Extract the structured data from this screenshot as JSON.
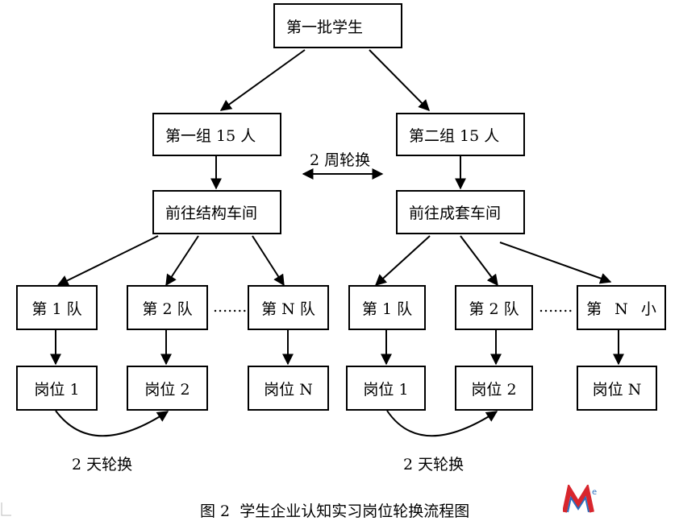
{
  "root": "第一批学生",
  "groups": {
    "left": {
      "title": "第一组 15 人",
      "workshop": "前往结构车间"
    },
    "right": {
      "title": "第二组 15 人",
      "workshop": "前往成套车间"
    },
    "rotation": "2 周轮换"
  },
  "left_teams": [
    "第 1 队",
    "第 2 队",
    "第 N 队"
  ],
  "right_teams": [
    "第 1 队",
    "第 2 队",
    "第 N 小"
  ],
  "left_posts": [
    "岗位 1",
    "岗位 2",
    "岗位 N"
  ],
  "right_posts": [
    "岗位 1",
    "岗位 2",
    "岗位 N"
  ],
  "ellipsis": ".......",
  "day_rotation_left": "2 天轮换",
  "day_rotation_right": "2 天轮换",
  "caption": "图 2  学生企业认知实习岗位轮换流程图",
  "logo": {
    "text": "M",
    "superscript": "e",
    "colors": [
      "#d8262d",
      "#2a6fbf"
    ]
  }
}
